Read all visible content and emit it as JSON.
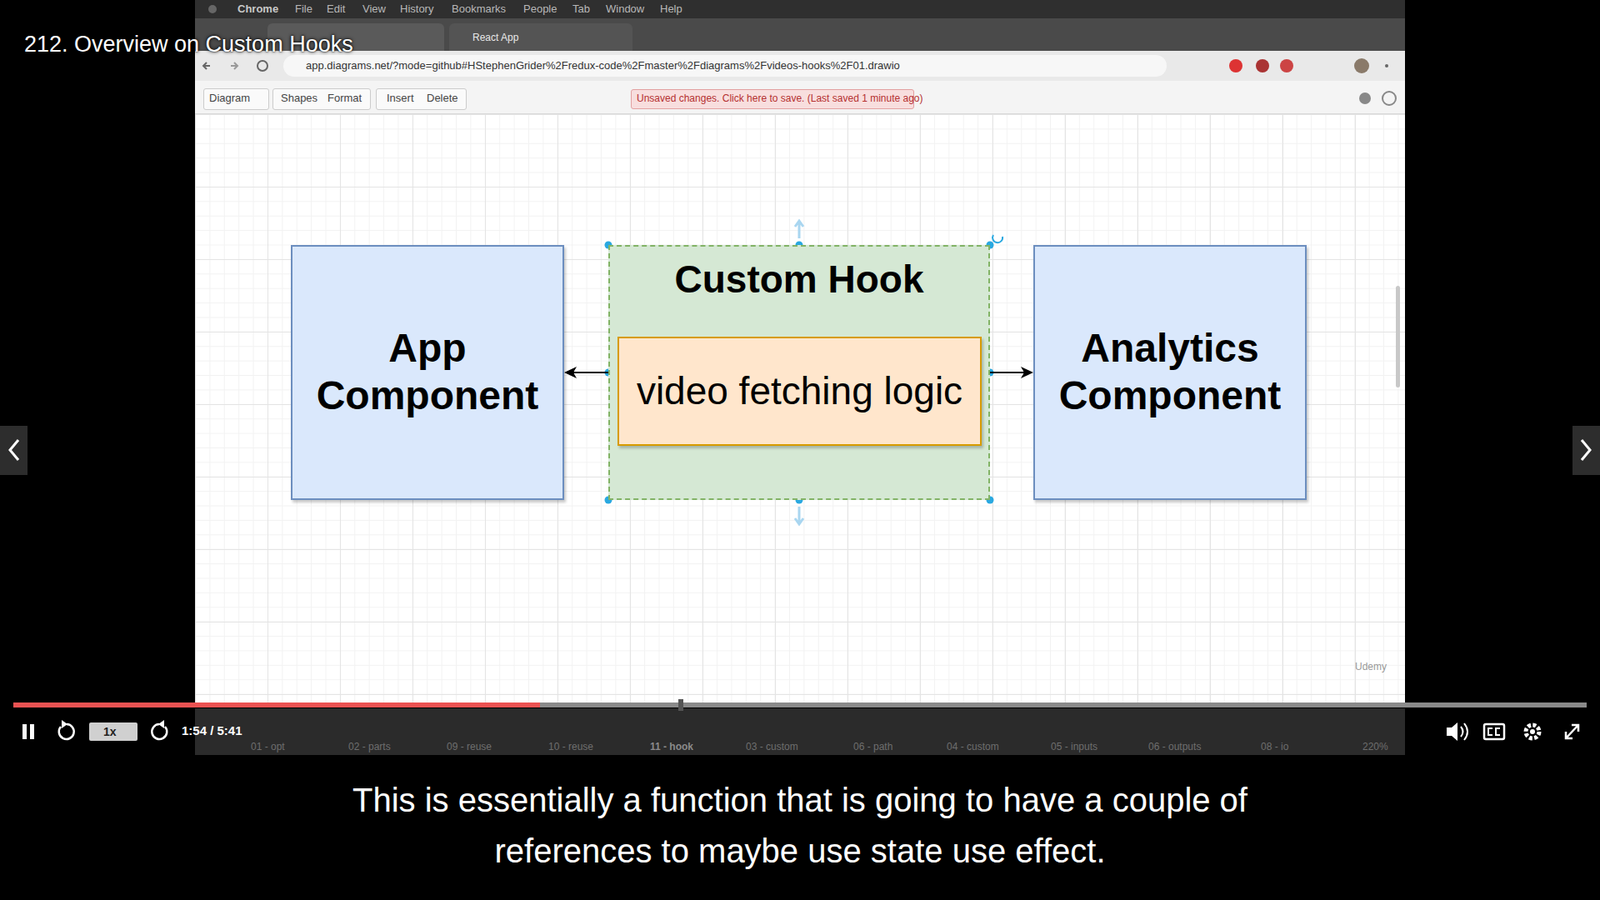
{
  "diagram": {
    "title": "212. Overview on Custom Hooks",
    "caption": "This is essentially a function that is going to have a couple of references to maybe use state use effect.",
    "nodes": [
      {
        "text": [
          "App Component"
        ]
      },
      {
        "text": [
          "Custom Hook"
        ]
      },
      {
        "text": [
          "video fetching logic"
        ],
        "in": 1
      },
      {
        "text": [
          "Analytics Component"
        ]
      }
    ],
    "edges": [
      {
        "from": 1,
        "to": 0,
        "arrow": "to"
      },
      {
        "from": 1,
        "to": 3,
        "arrow": "to"
      }
    ],
    "labels": [
      "Chrome",
      "File",
      "Edit",
      "View",
      "History",
      "Bookmarks",
      "People",
      "Tab",
      "Window",
      "Help",
      "React App",
      "app.diagrams.net/?mode=github#HStephenGrider%2Fredux-code%2Fmaster%2Fdiagrams%2Fvideos-hooks%2F01.drawio",
      "Diagram",
      "Shapes",
      "Format",
      "Insert",
      "Delete",
      "Unsaved changes. Click here to save. (Last saved 1 minute ago)",
      "1x",
      "1:54 / 5:41",
      "01 - opt",
      "02 - parts",
      "09 - reuse",
      "10 - reuse",
      "11 - hook",
      "03 - custom",
      "06 - path",
      "04 - custom",
      "05 - inputs",
      "06 - outputs",
      "08 - io",
      "220%",
      "Udemy"
    ]
  }
}
